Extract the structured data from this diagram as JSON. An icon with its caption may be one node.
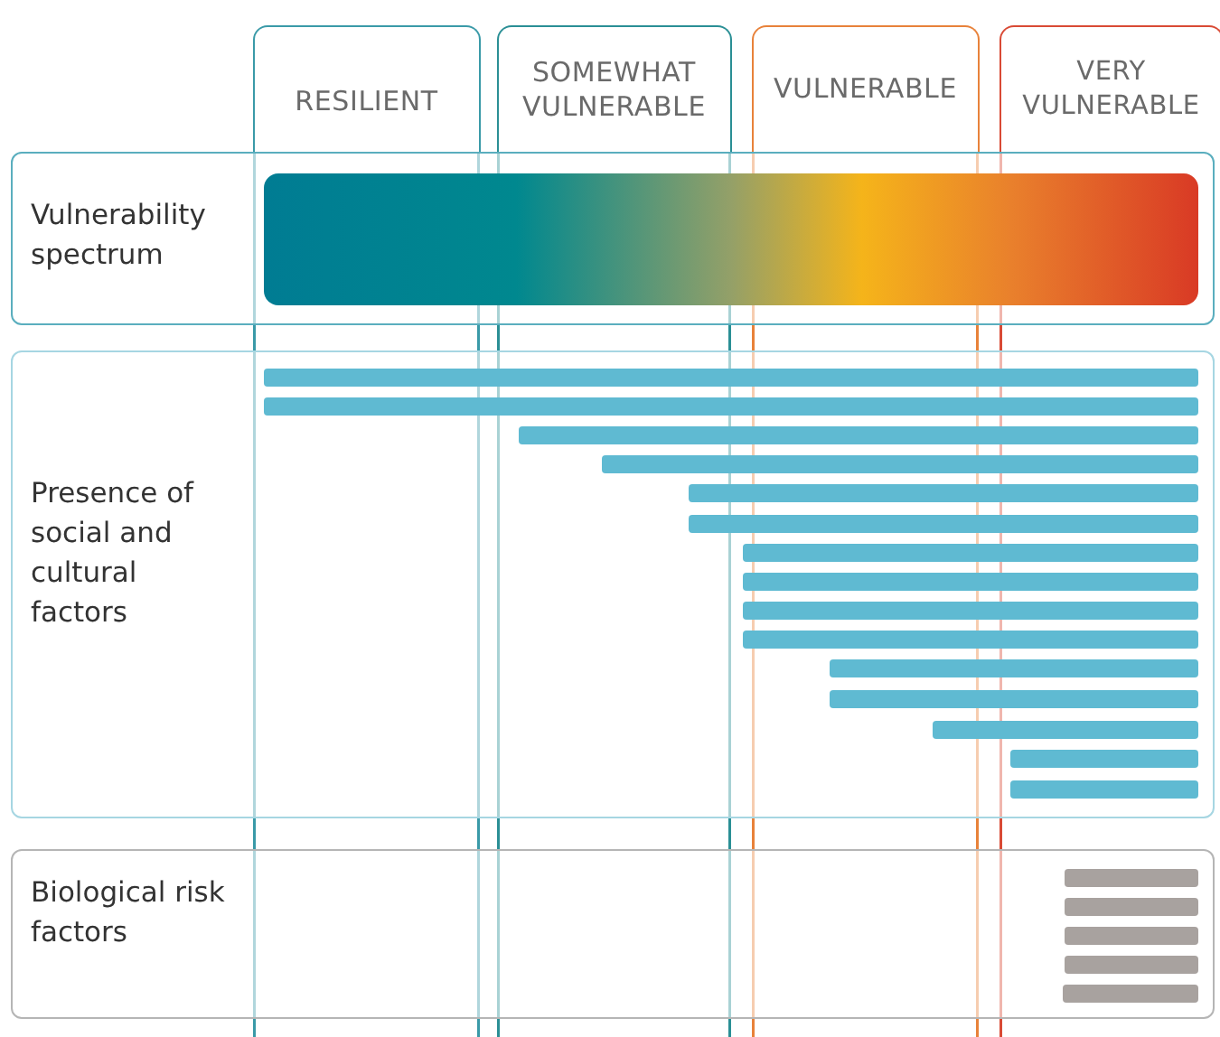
{
  "diagram": {
    "nodes": [
      {
        "text": [
          "RESILIENT"
        ]
      },
      {
        "text": [
          "SOMEWHAT VULNERABLE"
        ]
      },
      {
        "text": [
          "VULNERABLE"
        ]
      },
      {
        "text": [
          "VERY VULNERABLE"
        ]
      },
      {
        "text": [
          "Vulnerability spectrum"
        ]
      },
      {
        "text": [
          "Presence of social and cultural factors"
        ]
      },
      {
        "text": [
          "Biological risk factors"
        ]
      },
      {
        "text": [],
        "shape": "bar",
        "in": 4
      }
    ]
  }
}
